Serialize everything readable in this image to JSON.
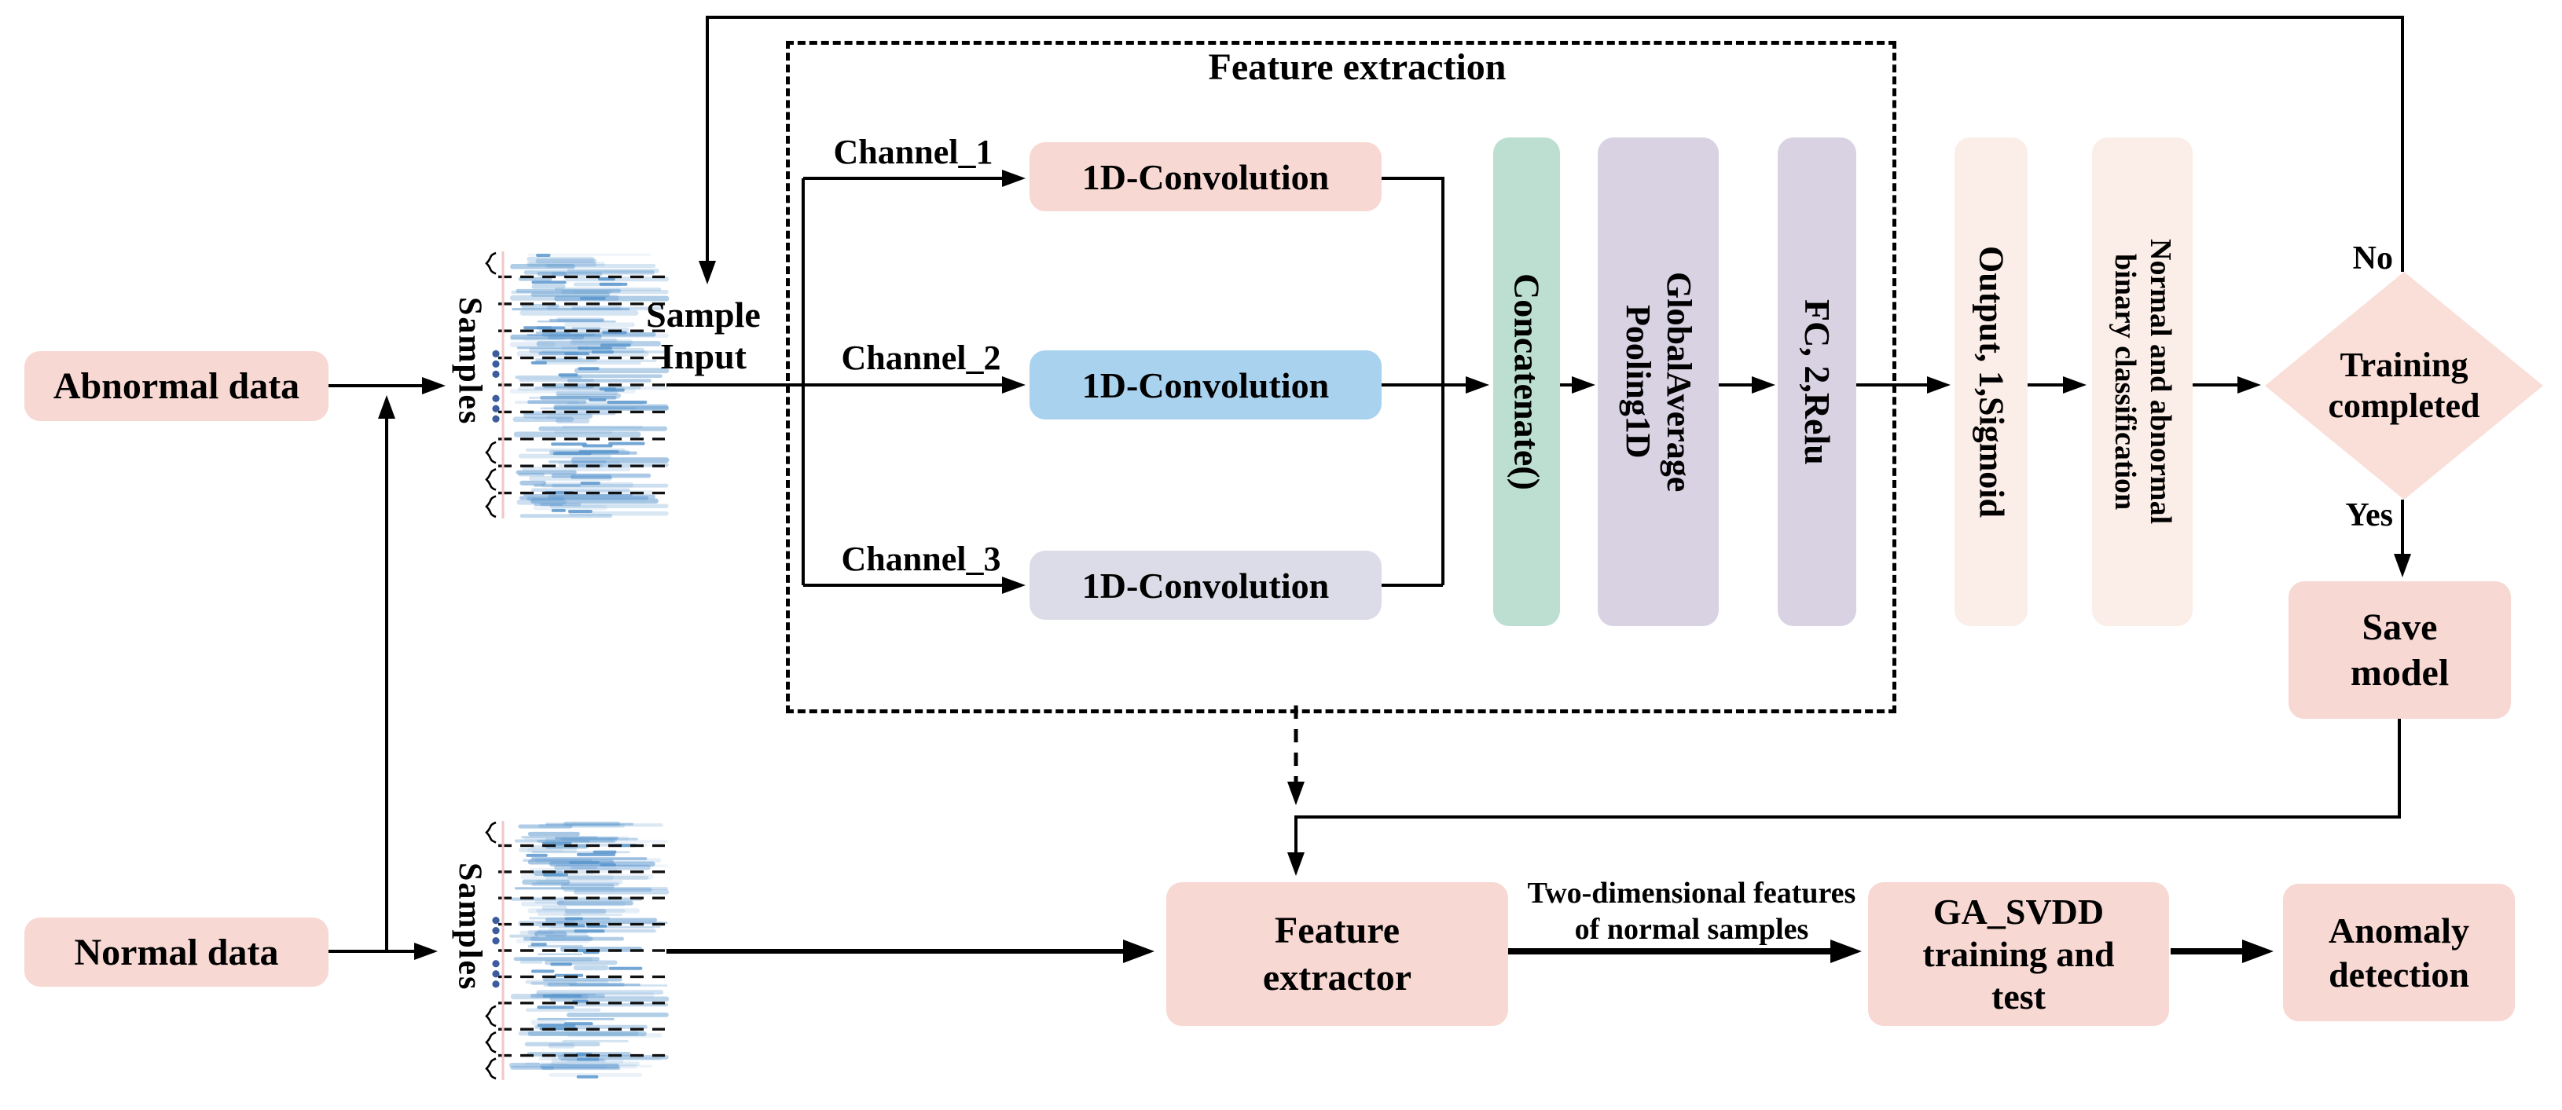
{
  "diagram": {
    "feature_extraction_title": "Feature extraction",
    "abnormal_data": "Abnormal data",
    "normal_data": "Normal data",
    "samples_top": "Samples",
    "samples_bottom": "Samples",
    "sample_input": "Sample\nInput",
    "channels": [
      "Channel_1",
      "Channel_2",
      "Channel_3"
    ],
    "conv_boxes": [
      "1D-Convolution",
      "1D-Convolution",
      "1D-Convolution"
    ],
    "pipeline": {
      "concatenate": "Concatenate()",
      "global_average_pooling": "GlobalAverage\nPooling1D",
      "fc": "FC, 2,Relu",
      "output": "Output, 1,Sigmoid",
      "classification": "Normal and abnormal\nbinary classification"
    },
    "decision": {
      "label": "Training\ncompleted",
      "no": "No",
      "yes": "Yes"
    },
    "save_model": "Save\nmodel",
    "feature_extractor": "Feature\nextractor",
    "edge_label": "Two-dimensional features\nof normal samples",
    "ga_svdd": "GA_SVDD\ntraining and\ntest",
    "anomaly_detection": "Anomaly\ndetection",
    "colors": {
      "pink_box": "#F8D8D2",
      "blue_box": "#A9D2EF",
      "lavender_box": "#DBDCE7",
      "mint_box": "#BCDFD2",
      "purple_box": "#D8D2E3",
      "light_pink_box": "#FBEDE7",
      "diamond": "#FADED8",
      "stream_blue": "#5A96CD",
      "dot_blue": "#3D5C9E",
      "strip_edge_pink": "#F2C6C6",
      "line_black": "#000000"
    }
  }
}
